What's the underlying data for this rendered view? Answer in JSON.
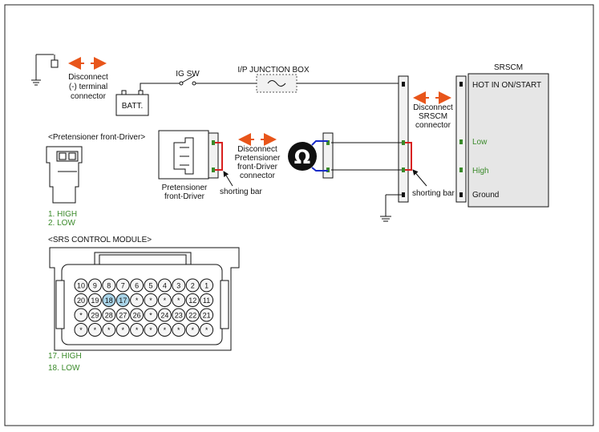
{
  "labels": {
    "disconnect_terminal": [
      "Disconnect",
      "(-) terminal",
      "connector"
    ],
    "batt": "BATT.",
    "ig_sw": "IG SW",
    "junction_box": "I/P JUNCTION BOX",
    "srscm_title": "SRSCM",
    "disconnect_srscm": [
      "Disconnect",
      "SRSCM",
      "connector"
    ],
    "srscm_pins": [
      "HOT IN ON/START",
      "Low",
      "High",
      "Ground"
    ],
    "pretensioner_title": "<Pretensioner front-Driver>",
    "pretensioner_pins": [
      "1. HIGH",
      "2. LOW"
    ],
    "pretensioner_box": [
      "Pretensioner",
      "front-Driver"
    ],
    "disconnect_pretensioner": [
      "Disconnect",
      "Pretensioner",
      "front-Driver",
      "connector"
    ],
    "shorting_bar_left": "shorting bar",
    "shorting_bar_right": "shorting bar",
    "ohm_symbol": "Ω",
    "module_title": "<SRS CONTROL MODULE>",
    "module_pins": [
      "17. HIGH",
      "18. LOW"
    ],
    "connector_rows": [
      [
        "10",
        "9",
        "8",
        "7",
        "6",
        "5",
        "4",
        "3",
        "2",
        "1"
      ],
      [
        "20",
        "19",
        "18",
        "17",
        "*",
        "*",
        "*",
        "*",
        "12",
        "11"
      ],
      [
        "*",
        "29",
        "28",
        "27",
        "26",
        "*",
        "24",
        "23",
        "22",
        "21"
      ],
      [
        "*",
        "*",
        "*",
        "*",
        "*",
        "*",
        "*",
        "*",
        "*",
        "*"
      ]
    ],
    "highlighted_pins": [
      "18",
      "17"
    ]
  },
  "colors": {
    "arrow": "#e8551a",
    "pin_green": "#3a8a2a",
    "shorting_red": "#d8201e",
    "wire_blue": "#1a2cc8",
    "highlight": "#a9d4e8",
    "srscm_fill": "#e6e6e6"
  }
}
